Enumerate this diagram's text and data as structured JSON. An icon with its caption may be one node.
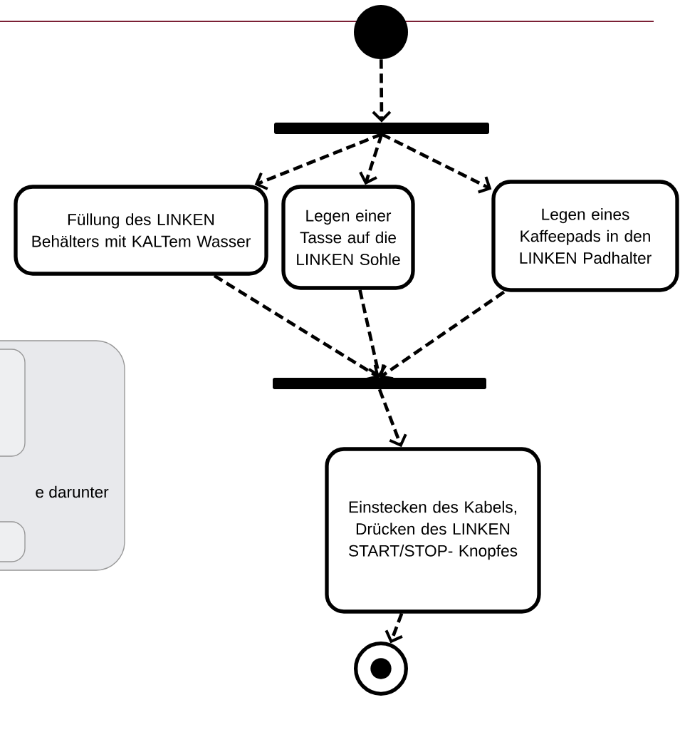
{
  "diagram": {
    "nodes": [
      {
        "text": [],
        "shape": "circle"
      },
      {
        "text": [],
        "shape": "bar"
      },
      {
        "text": [
          "Füllung des LINKEN Behälters mit KALTem Wasser"
        ]
      },
      {
        "text": [
          "Legen einer Tasse auf die LINKEN Sohle"
        ]
      },
      {
        "text": [
          "Legen eines Kaffeepads in den LINKEN Padhalter"
        ]
      },
      {
        "text": [],
        "shape": "bar"
      },
      {
        "text": [
          "Einstecken des Kabels, Drücken des LINKEN START/STOP- Knopfes"
        ]
      },
      {
        "text": [],
        "shape": "circle"
      },
      {
        "text": [
          "e darunter"
        ]
      },
      {
        "text": [],
        "shape": "box",
        "in": 8
      },
      {
        "text": [],
        "shape": "box",
        "in": 8
      }
    ],
    "edges": [
      {
        "from": 0,
        "to": 1,
        "arrow": "to",
        "style": "dashed"
      },
      {
        "from": 1,
        "to": 2,
        "arrow": "to",
        "style": "dashed"
      },
      {
        "from": 1,
        "to": 3,
        "arrow": "to",
        "style": "dashed"
      },
      {
        "from": 1,
        "to": 4,
        "arrow": "to",
        "style": "dashed"
      },
      {
        "from": 2,
        "to": 5,
        "arrow": "to",
        "style": "dashed"
      },
      {
        "from": 3,
        "to": 5,
        "arrow": "to",
        "style": "dashed"
      },
      {
        "from": 4,
        "to": 5,
        "arrow": "to",
        "style": "dashed"
      },
      {
        "from": 5,
        "to": 6,
        "arrow": "to",
        "style": "dashed"
      },
      {
        "from": 6,
        "to": 7,
        "arrow": "to",
        "style": "dashed"
      }
    ]
  }
}
